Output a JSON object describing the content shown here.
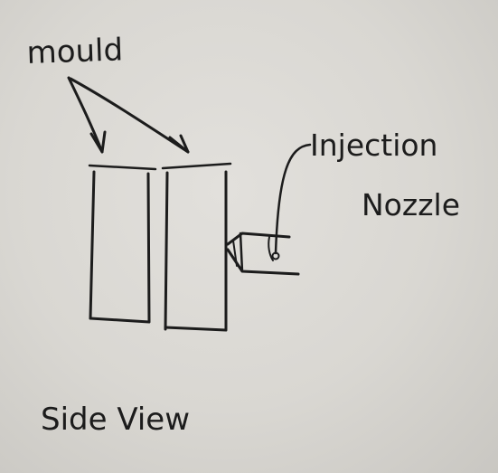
{
  "labels": {
    "mould": "mould",
    "injection": "Injection",
    "nozzle": "Nozzle",
    "view": "Side View"
  },
  "colors": {
    "paper": "#dcdad5",
    "ink": "#1c1c1c"
  }
}
